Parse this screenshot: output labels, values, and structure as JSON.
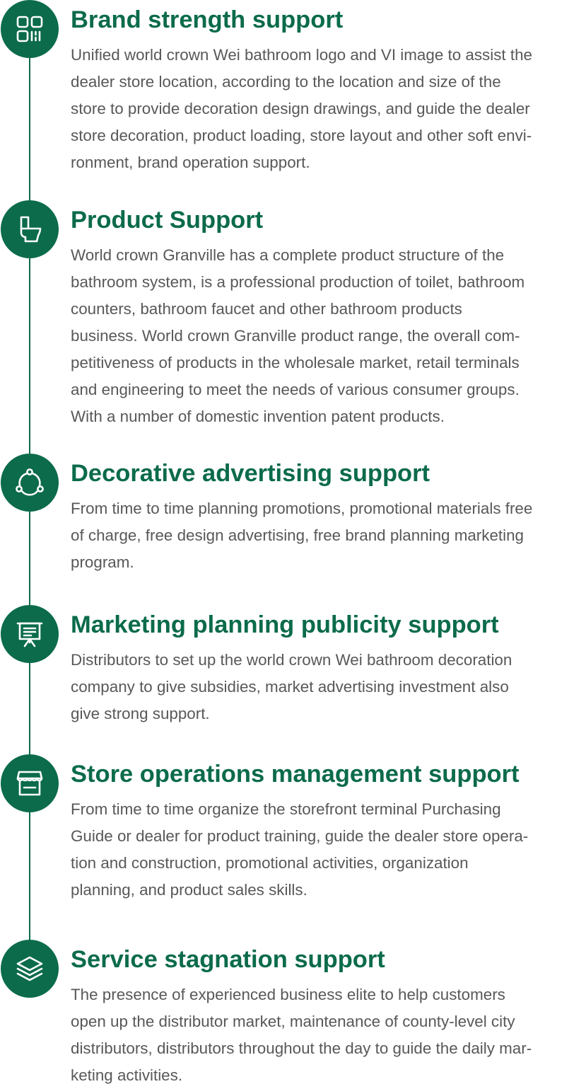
{
  "accent_color": "#0b6b4a",
  "text_color": "#585858",
  "items": [
    {
      "icon": "grid-icon",
      "title": "Brand strength support",
      "lines": [
        "Unified world crown Wei bathroom logo and VI image to assist the",
        "dealer store location, according to the location and size of the",
        "store to provide decoration design drawings, and guide the dealer",
        "store decoration, product loading, store layout and other soft envi-",
        "ronment, brand operation support."
      ]
    },
    {
      "icon": "toilet-icon",
      "title": "Product Support",
      "lines": [
        "World crown Granville has a complete product structure of the",
        "bathroom system, is a professional production of toilet, bathroom",
        "counters, bathroom faucet and other bathroom products",
        "business. World crown Granville product range, the overall com-",
        "petitiveness of products in the wholesale market, retail terminals",
        "and engineering to meet the needs of various consumer groups.",
        "With a number of domestic invention patent products."
      ]
    },
    {
      "icon": "share-cycle-icon",
      "title": "Decorative advertising support",
      "lines": [
        "From time to time planning promotions, promotional materials free",
        "of charge, free design advertising, free brand planning marketing",
        "program."
      ]
    },
    {
      "icon": "presentation-board-icon",
      "title": "Marketing planning publicity support",
      "lines": [
        "Distributors to set up the world crown Wei bathroom decoration",
        "company to give subsidies, market advertising investment also",
        "give strong support."
      ]
    },
    {
      "icon": "storefront-icon",
      "title": "Store operations management support",
      "lines": [
        "From time to time organize the storefront terminal Purchasing",
        "Guide or dealer for product training, guide the dealer store opera-",
        "tion and construction, promotional activities, organization",
        "planning, and product sales skills."
      ]
    },
    {
      "icon": "layers-icon",
      "title": "Service stagnation support",
      "lines": [
        "The presence of experienced business elite to help customers",
        "open up the distributor market, maintenance of county-level city",
        "distributors, distributors throughout the day to guide the daily mar-",
        "keting activities."
      ]
    }
  ]
}
